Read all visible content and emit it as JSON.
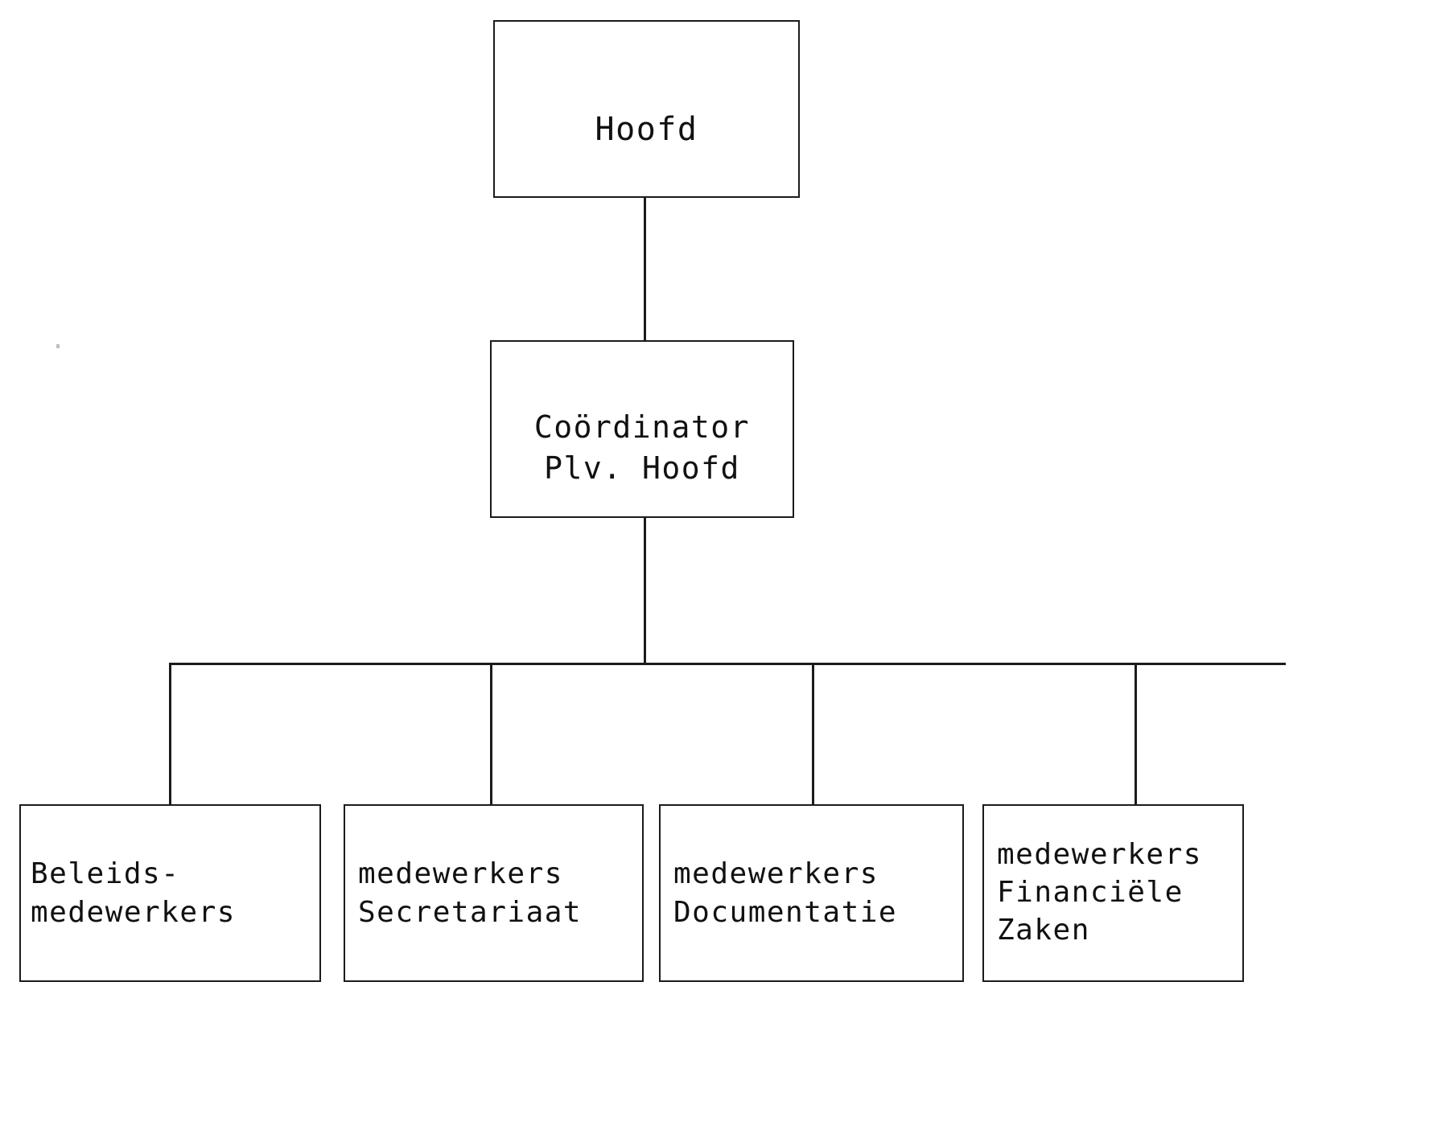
{
  "document": {
    "type": "organization-chart",
    "language": "nl",
    "background_color": "#ffffff",
    "line_color": "#1b1b1b",
    "text_color": "#111111"
  },
  "nodes": {
    "hoofd": {
      "label": "Hoofd",
      "level": 1
    },
    "coordinator": {
      "label": "Coördinator\nPlv. Hoofd",
      "level": 2
    },
    "beleidsmedewerkers": {
      "label": "Beleids-\nmedewerkers",
      "level": 3
    },
    "secretariaat": {
      "label": "medewerkers\nSecretariaat",
      "level": 3
    },
    "documentatie": {
      "label": "medewerkers\nDocumentatie",
      "level": 3
    },
    "financiele_zaken": {
      "label": "medewerkers\nFinanciële\nZaken",
      "level": 3
    }
  },
  "connections": [
    {
      "from": "hoofd",
      "to": "coordinator"
    },
    {
      "from": "coordinator",
      "to": "beleidsmedewerkers"
    },
    {
      "from": "coordinator",
      "to": "secretariaat"
    },
    {
      "from": "coordinator",
      "to": "documentatie"
    },
    {
      "from": "coordinator",
      "to": "financiele_zaken"
    }
  ]
}
